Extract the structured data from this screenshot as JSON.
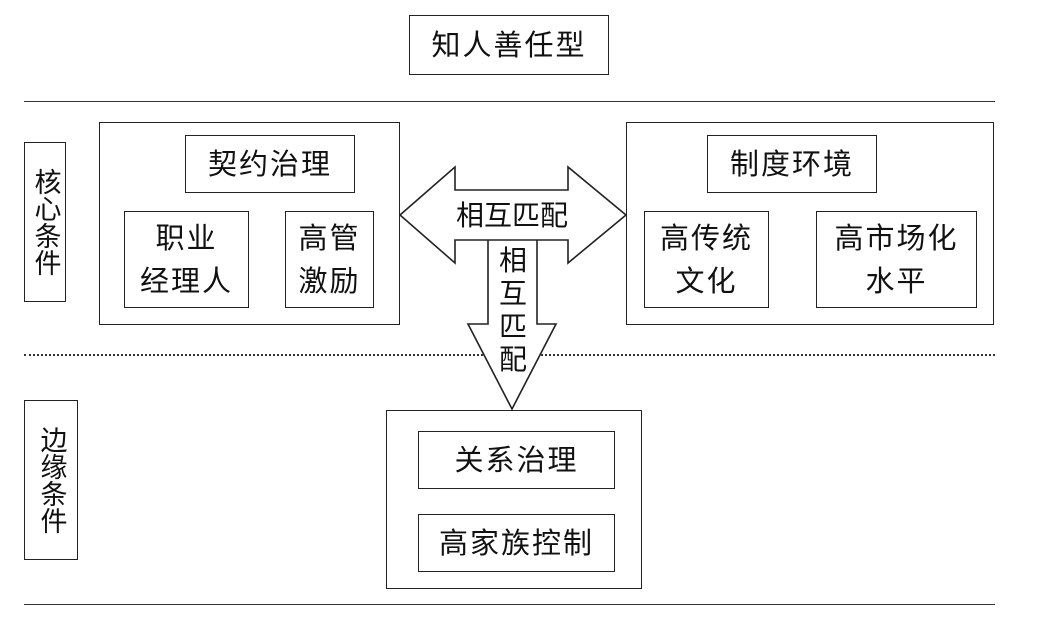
{
  "title": "知人善任型",
  "sections": {
    "core": "核心条件",
    "edge": "边缘条件"
  },
  "left_block": {
    "header": "契约治理",
    "item1": "职业\n经理人",
    "item2": "高管\n激励"
  },
  "right_block": {
    "header": "制度环境",
    "item1": "高传统\n文化",
    "item2": "高市场化\n水平"
  },
  "bottom_block": {
    "item1": "关系治理",
    "item2": "高家族控制"
  },
  "arrows": {
    "horizontal": "相互匹配",
    "vertical": [
      "相",
      "互",
      "匹",
      "配"
    ]
  }
}
